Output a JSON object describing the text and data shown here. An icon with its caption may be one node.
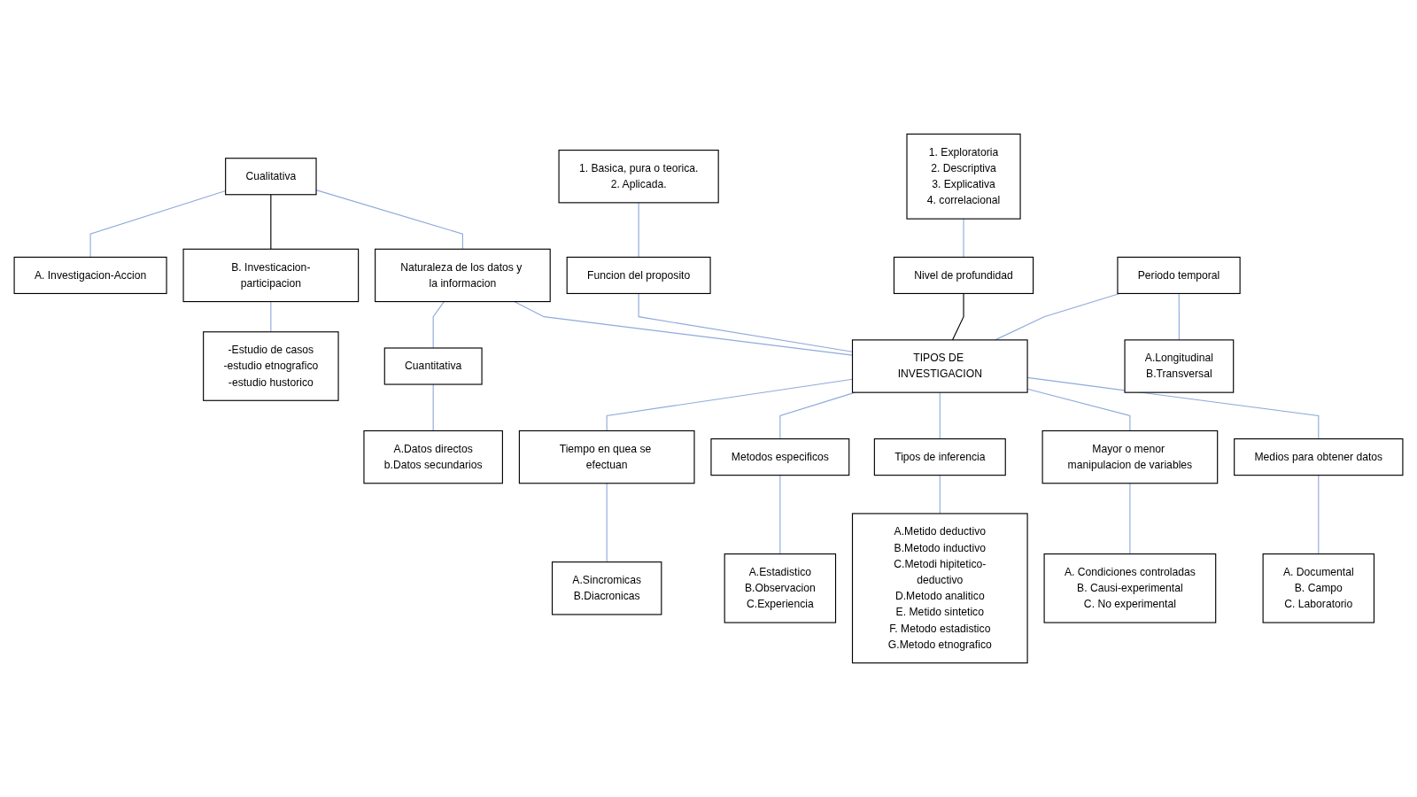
{
  "diagram": {
    "nodes": [
      {
        "text": [
          "1. Basica, pura o teorica.",
          "2. Aplicada."
        ]
      },
      {
        "text": [
          "Cualitativa"
        ]
      },
      {
        "text": [
          "A. Investigacion-Accion"
        ]
      },
      {
        "text": [
          "-Estudio de casos",
          "-estudio etnografico",
          "-estudio hustorico"
        ]
      },
      {
        "text": [
          "Funcion del proposito"
        ]
      },
      {
        "text": [
          "B. Investicacion-participacion"
        ]
      },
      {
        "text": [
          "Naturaleza de los datos y la informacion"
        ]
      },
      {
        "text": [
          "1. Exploratoria",
          "2. Descriptiva",
          "3. Explicativa",
          "4. correlacional"
        ]
      },
      {
        "text": [
          "Nivel de profundidad"
        ]
      },
      {
        "text": [
          "Cuantitativa"
        ]
      },
      {
        "text": [
          "A.Datos directos",
          "b.Datos secundarios"
        ]
      },
      {
        "text": [
          "Periodo temporal"
        ]
      },
      {
        "text": [
          "TIPOS DE INVESTIGACION"
        ]
      },
      {
        "text": [
          "A.Longitudinal",
          "B.Transversal"
        ]
      },
      {
        "text": [
          "Medios para obtener datos"
        ]
      },
      {
        "text": [
          "Mayor o menor manipulacion de variables"
        ]
      },
      {
        "text": [
          "Tipos de inferencia"
        ]
      },
      {
        "text": [
          "Metodos especificos"
        ]
      },
      {
        "text": [
          "Tiempo en quea se efectuan"
        ]
      },
      {
        "text": [
          "A. Documental",
          "B. Campo",
          "C. Laboratorio"
        ]
      },
      {
        "text": [
          "A.Estadistico",
          "B.Observacion",
          "C.Experiencia"
        ]
      },
      {
        "text": [
          "A.Metido deductivo",
          "B.Metodo inductivo",
          "C.Metodi hipitetico-deductivo",
          "D.Metodo analitico",
          "E. Metido sintetico",
          "F. Metodo estadistico",
          "G.Metodo etnografico"
        ]
      },
      {
        "text": [
          "A. Condiciones controladas",
          "B. Causi-experimental",
          "C. No experimental"
        ]
      },
      {
        "text": [
          "A.Sincromicas",
          "B.Diacronicas"
        ]
      }
    ],
    "edges": [
      {
        "from": 0,
        "to": 4,
        "arrow": "none"
      },
      {
        "from": 4,
        "to": 12,
        "arrow": "none"
      },
      {
        "from": 1,
        "to": 2,
        "arrow": "none"
      },
      {
        "from": 1,
        "to": 5,
        "arrow": "none",
        "color": "#000000"
      },
      {
        "from": 1,
        "to": 6,
        "arrow": "none"
      },
      {
        "from": 5,
        "to": 3,
        "arrow": "none"
      },
      {
        "from": 6,
        "to": 9,
        "arrow": "none"
      },
      {
        "from": 6,
        "to": 12,
        "arrow": "none"
      },
      {
        "from": 9,
        "to": 10,
        "arrow": "none"
      },
      {
        "from": 8,
        "to": 12,
        "arrow": "none",
        "color": "#000000"
      },
      {
        "from": 7,
        "to": 8,
        "arrow": "none"
      },
      {
        "from": 11,
        "to": 12,
        "arrow": "none"
      },
      {
        "from": 11,
        "to": 13,
        "arrow": "none"
      },
      {
        "from": 12,
        "to": 18,
        "arrow": "none"
      },
      {
        "from": 12,
        "to": 17,
        "arrow": "none"
      },
      {
        "from": 12,
        "to": 16,
        "arrow": "none"
      },
      {
        "from": 12,
        "to": 15,
        "arrow": "none"
      },
      {
        "from": 12,
        "to": 14,
        "arrow": "none"
      },
      {
        "from": 14,
        "to": 19,
        "arrow": "none"
      },
      {
        "from": 15,
        "to": 22,
        "arrow": "none"
      },
      {
        "from": 16,
        "to": 21,
        "arrow": "none"
      },
      {
        "from": 17,
        "to": 20,
        "arrow": "none"
      },
      {
        "from": 18,
        "to": 23,
        "arrow": "none"
      }
    ]
  }
}
